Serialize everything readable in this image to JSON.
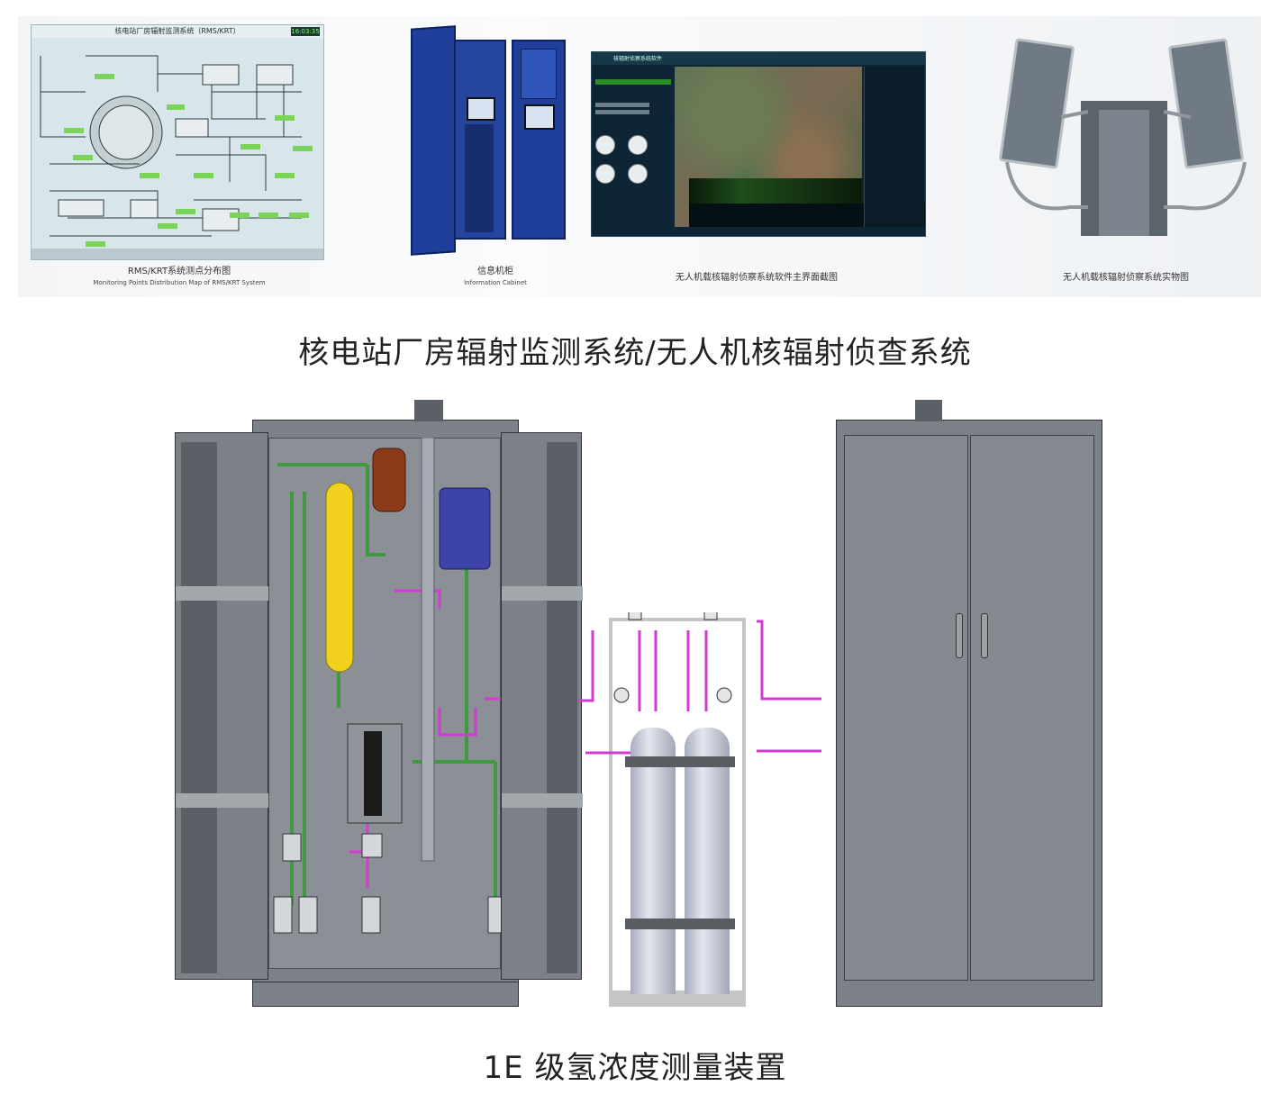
{
  "top_panel": {
    "rms_diagram": {
      "title": "核电站厂房辐射监测系统（RMS/KRT）",
      "clock": "16:03:35",
      "caption_cn": "RMS/KRT系统测点分布图",
      "caption_en": "Monitoring Points Distribution Map of RMS/KRT System"
    },
    "cabinet": {
      "caption_cn": "信息机柜",
      "caption_en": "Information Cabinet"
    },
    "software": {
      "window_title": "核辐射侦察系统软件",
      "caption_cn": "无人机载核辐射侦察系统软件主界面截图"
    },
    "drone": {
      "caption_cn": "无人机载核辐射侦察系统实物图"
    }
  },
  "heading_1": "核电站厂房辐射监测系统/无人机核辐射侦查系统",
  "heading_2": "1E 级氢浓度测量装置",
  "colors": {
    "cabinet_gray": "#7c8187",
    "pipe_green": "#3f9a3f",
    "pipe_magenta": "#d23bd2",
    "cylinder_silver": "#c9ccd8",
    "tank_yellow": "#f0d21e",
    "cabinet_blue": "#1f3f9a"
  }
}
